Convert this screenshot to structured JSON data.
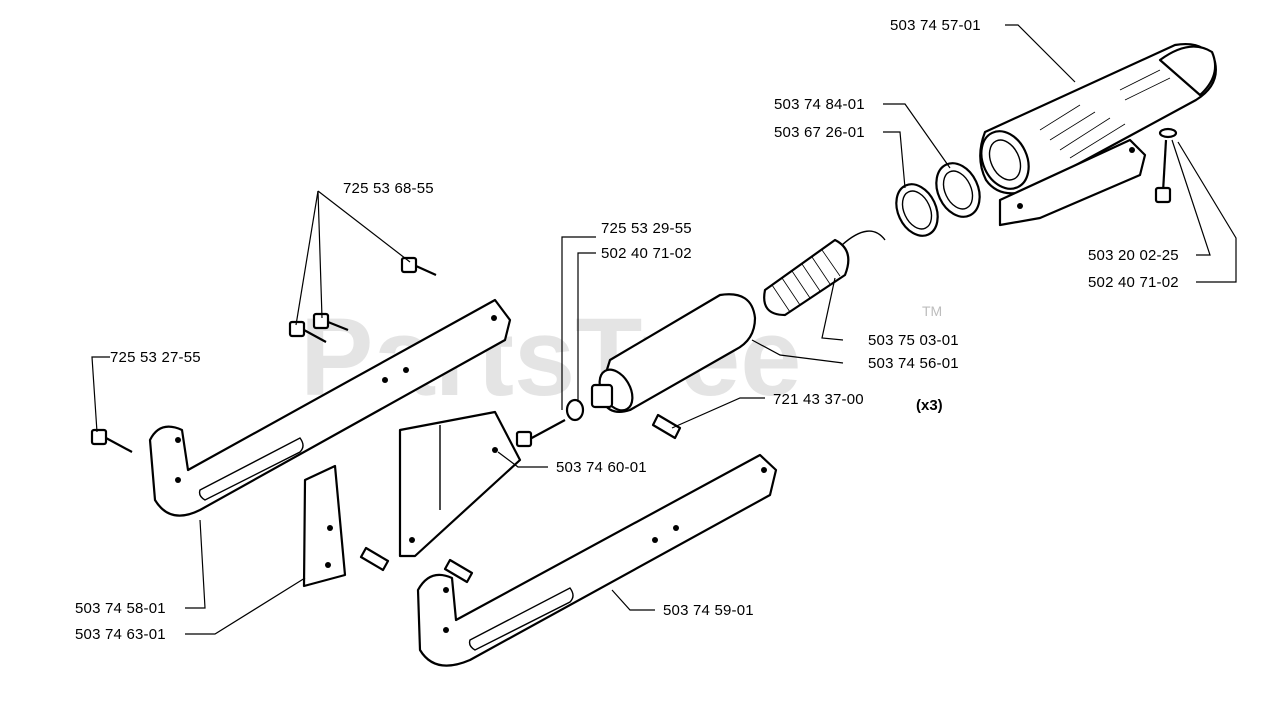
{
  "watermark": {
    "text": "PartsTree",
    "trademark": "TM"
  },
  "parts": {
    "tube": "503 74 57-01",
    "ring_a": "503 74 84-01",
    "ring_b": "503 67 26-01",
    "bolt_tube": "503 20 02-25",
    "washer_tube": "502 40 71-02",
    "screws_upper": "725 53 68-55",
    "bolt_center": "725 53 29-55",
    "washer_center": "502 40 71-02",
    "spring": "503 75 03-01",
    "cylinder": "503 74 56-01",
    "pin": "721 43 37-00",
    "pin_qty": "(x3)",
    "screw_left": "725 53 27-55",
    "plate": "503 74 60-01",
    "arm_left_a": "503 74 58-01",
    "arm_left_b": "503 74 63-01",
    "arm_right": "503 74 59-01"
  }
}
